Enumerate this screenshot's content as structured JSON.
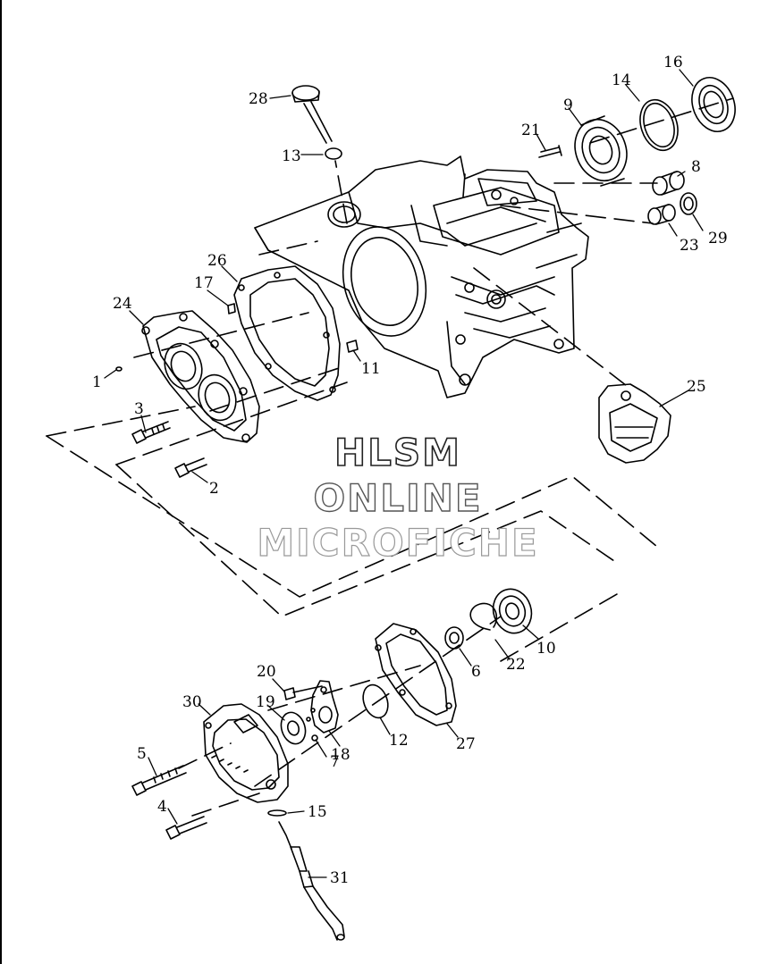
{
  "watermark": {
    "line1": "HLSM",
    "line2": "ONLINE",
    "line3": "MICROFICHE"
  },
  "callouts": {
    "c1": "1",
    "c2": "2",
    "c3": "3",
    "c4": "4",
    "c5": "5",
    "c6": "6",
    "c7": "7",
    "c8": "8",
    "c9": "9",
    "c10": "10",
    "c11": "11",
    "c12": "12",
    "c13": "13",
    "c14": "14",
    "c15": "15",
    "c16": "16",
    "c17": "17",
    "c18": "18",
    "c19": "19",
    "c20": "20",
    "c21": "21",
    "c22": "22",
    "c23": "23",
    "c24": "24",
    "c25": "25",
    "c26": "26",
    "c27": "27",
    "c28": "28",
    "c29": "29",
    "c30": "30",
    "c31": "31"
  }
}
